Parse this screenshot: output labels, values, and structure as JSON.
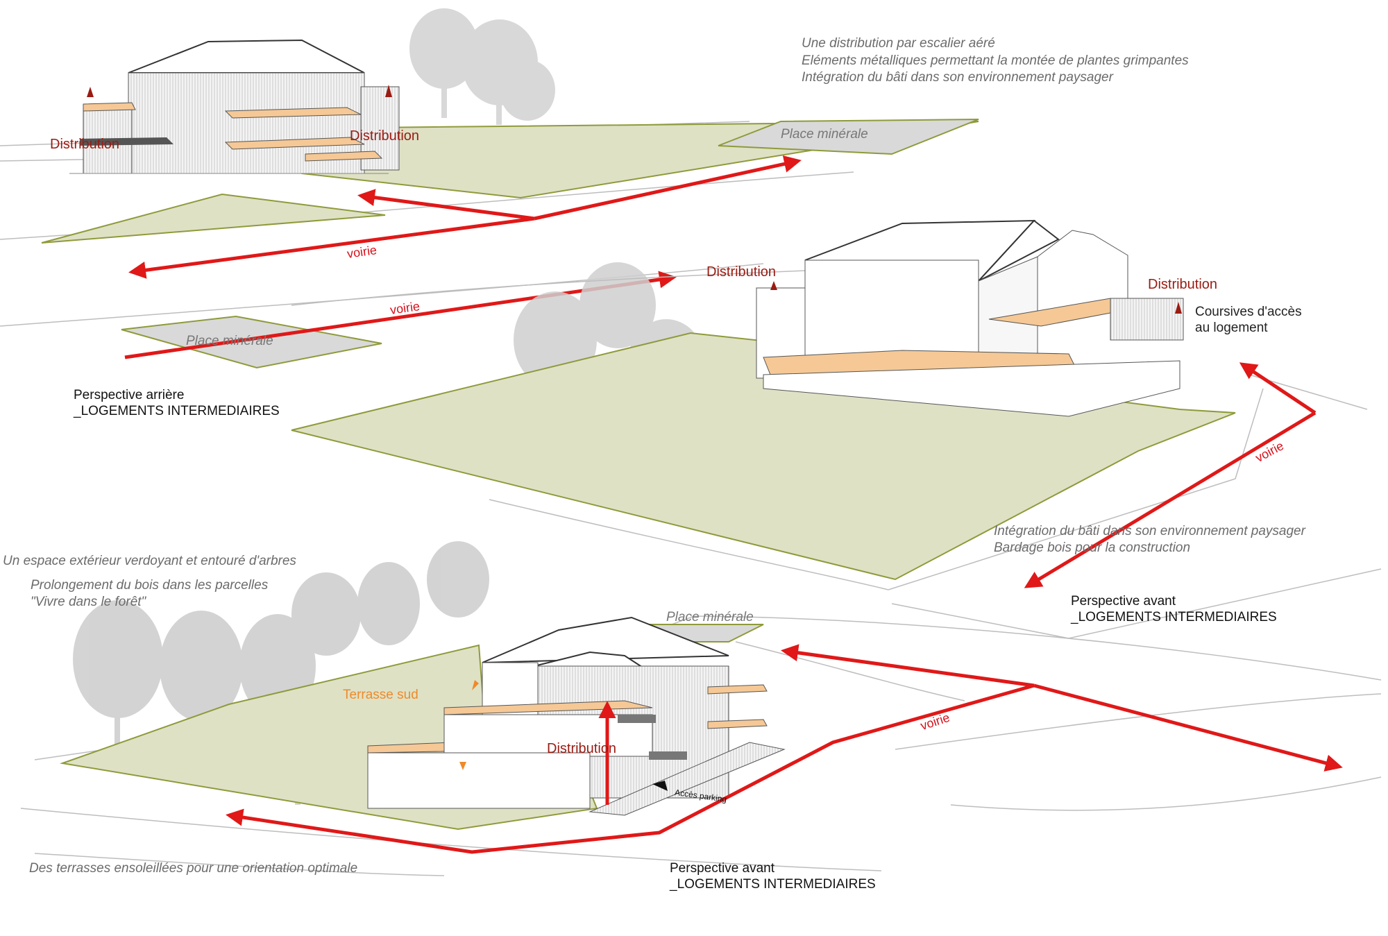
{
  "colors": {
    "road_arrow": "#e01818",
    "distribution_label": "#9a1b12",
    "lawn": "#dfe1c5",
    "lawn_edge": "#8f9a3a",
    "mineral": "#d9d9d9",
    "terrace": "#f5c895",
    "tree": "#c9c9c9",
    "note_text": "#6b6b6b",
    "terrace_label": "#ee8a2a"
  },
  "top_view": {
    "notes": [
      "Une distribution par escalier aéré",
      "Eléments métalliques  permettant la montée de plantes grimpantes",
      "Intégration du bâti dans son environnement paysager"
    ],
    "distribution_left": "Distribution",
    "distribution_right": "Distribution",
    "place_minerale_right": "Place minérale",
    "place_minerale_left": "Place minérale",
    "voirie_1": "voirie",
    "voirie_2": "voirie",
    "caption_line1": "Perspective arrière",
    "caption_line2": "_LOGEMENTS INTERMEDIAIRES"
  },
  "middle_view": {
    "distribution_left": "Distribution",
    "distribution_right": "Distribution",
    "coursives_line1": "Coursives d'accès",
    "coursives_line2": "au logement",
    "voirie": "voirie",
    "notes": [
      "Intégration du bâti dans son environnement paysager",
      "Bardage bois pour la construction"
    ],
    "caption_line1": "Perspective avant",
    "caption_line2": "_LOGEMENTS INTERMEDIAIRES"
  },
  "bottom_view": {
    "notes_top": [
      "Un espace extérieur verdoyant et entouré d'arbres"
    ],
    "notes_sub": [
      "Prolongement du bois dans les parcelles",
      "\"Vivre dans le forêt\""
    ],
    "place_minerale": "Place minérale",
    "terrasse_sud": "Terrasse sud",
    "distribution": "Distribution",
    "acces_parking": "Accès parking",
    "voirie": "voirie",
    "note_bottom": "Des terrasses ensoleillées pour une orientation optimale",
    "caption_line1": "Perspective avant",
    "caption_line2": "_LOGEMENTS INTERMEDIAIRES"
  }
}
